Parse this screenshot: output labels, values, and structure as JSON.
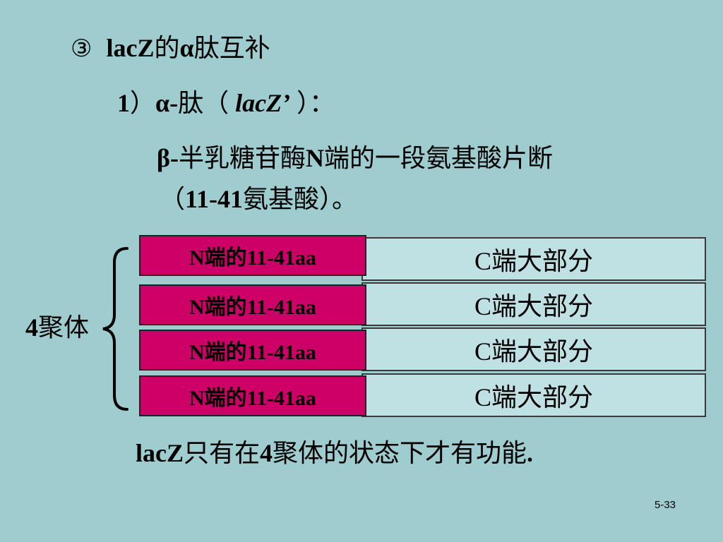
{
  "title": {
    "marker": "③",
    "latin": "lacZ",
    "de": "的",
    "alpha": "α",
    "rest": "肽互补"
  },
  "subpoint": {
    "number": "1",
    "paren_close": "）",
    "alpha": "α",
    "dash": "-",
    "word": "肽（",
    "gene": "lacZ’",
    "end": "）："
  },
  "description": {
    "beta": "β",
    "dash": "-",
    "text_a": "半乳糖苷酶",
    "n": "N",
    "text_b": "端的一段氨基酸片断",
    "open": "（",
    "range": "11-41",
    "text_c": "氨基酸）。"
  },
  "rows": [
    {
      "n_label": "N端的11-41aa",
      "c_label": "C端大部分"
    },
    {
      "n_label": "N端的11-41aa",
      "c_label": "C端大部分"
    },
    {
      "n_label": "N端的11-41aa",
      "c_label": "C端大部分"
    },
    {
      "n_label": "N端的11-41aa",
      "c_label": "C端大部分"
    }
  ],
  "tetramer_label": {
    "num": "4",
    "text": "聚体"
  },
  "conclusion": {
    "latin": "lacZ",
    "text_a": "只有在",
    "num": "4",
    "text_b": "聚体的状态下才有功能",
    "period": "."
  },
  "page_number": "5-33",
  "colors": {
    "background": "#9FCCCE",
    "n_segment": "#CC0066",
    "c_segment": "#BFE1E3"
  }
}
